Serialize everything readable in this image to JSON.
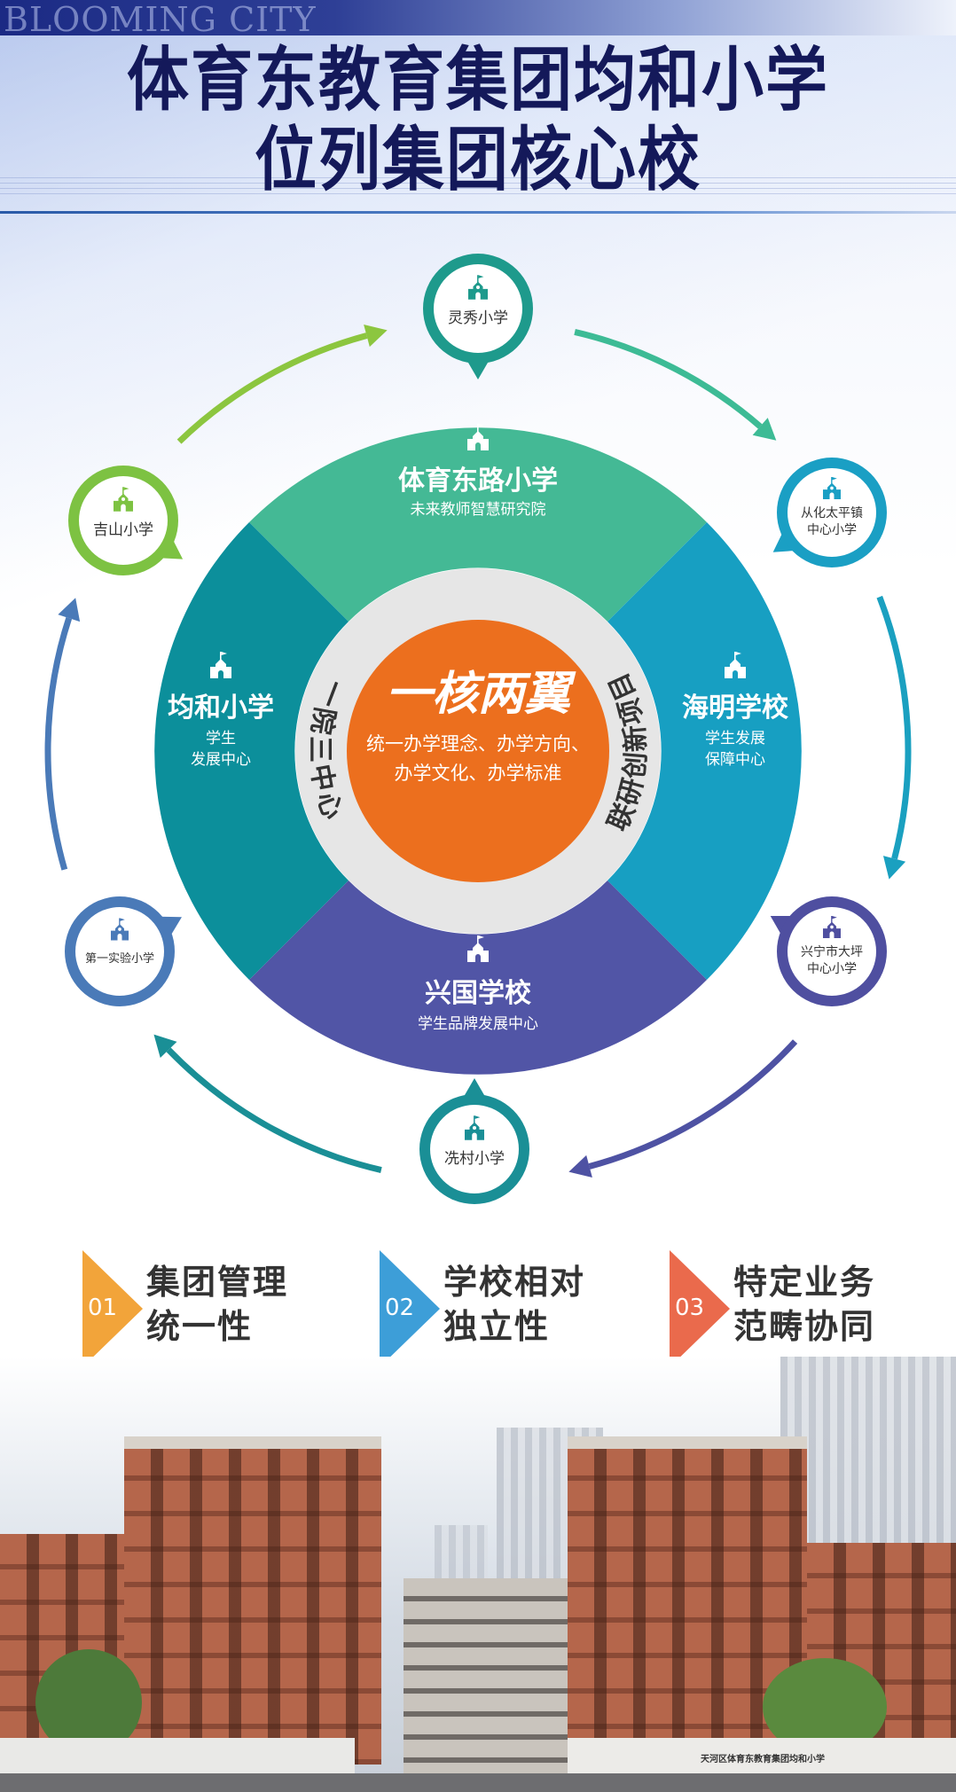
{
  "header": {
    "watermark": "BLOOMING CITY",
    "title_line1": "体育东教育集团均和小学",
    "title_line2": "位列集团核心校"
  },
  "diagram": {
    "center": {
      "title": "一核两翼",
      "line1": "统一办学理念、办学方向、",
      "line2": "办学文化、办学标准",
      "color": "#ec6f1e"
    },
    "ring_left": "一院三中心",
    "ring_right": "联研创新项目",
    "segments": {
      "top": {
        "name": "体育东路小学",
        "sub": "未来教师智慧研究院",
        "color": "#44b995"
      },
      "right": {
        "name": "海明学校",
        "sub1": "学生发展",
        "sub2": "保障中心",
        "color": "#179fc2"
      },
      "bottom": {
        "name": "兴国学校",
        "sub": "学生品牌发展中心",
        "color": "#5155a6"
      },
      "left": {
        "name": "均和小学",
        "sub1": "学生",
        "sub2": "发展中心",
        "color": "#0c8f9b"
      }
    },
    "outer_schools": {
      "lingxiu": {
        "name": "灵秀小学",
        "color": "#1e9a8c"
      },
      "jishan": {
        "name": "吉山小学",
        "color": "#7dc242"
      },
      "conghua": {
        "line1": "从化太平镇",
        "line2": "中心小学",
        "color": "#1a9fc4"
      },
      "diyi": {
        "name": "第一实验小学",
        "color": "#4a7ab8"
      },
      "xingning": {
        "line1": "兴宁市大坪",
        "line2": "中心小学",
        "color": "#4f4fa0"
      },
      "xiancun": {
        "name": "冼村小学",
        "color": "#1a8f96"
      }
    }
  },
  "principles": [
    {
      "num": "01",
      "line1": "集团管理",
      "line2": "统一性",
      "color": "#f2a43a"
    },
    {
      "num": "02",
      "line1": "学校相对",
      "line2": "独立性",
      "color": "#3d9ed8"
    },
    {
      "num": "03",
      "line1": "特定业务",
      "line2": "范畴协同",
      "color": "#ea6a4c"
    }
  ],
  "photo": {
    "sign_text": "天河区体育东教育集团均和小学"
  }
}
